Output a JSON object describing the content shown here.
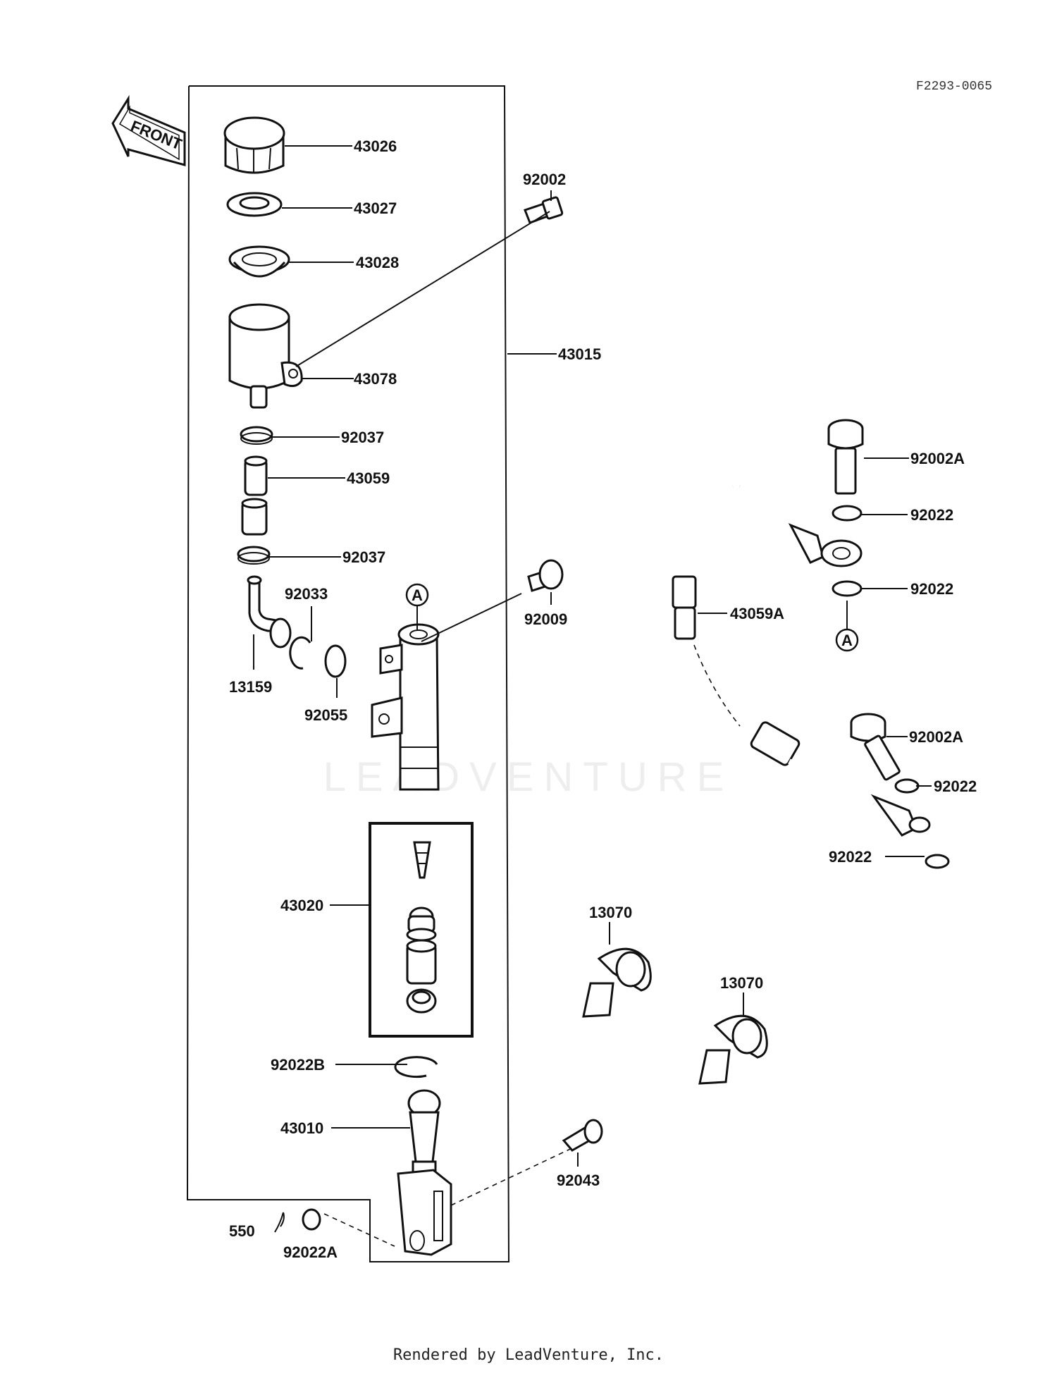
{
  "drawing_code": "F2293-0065",
  "front_arrow": "FRONT",
  "watermark": "LEADVENTURE",
  "footer": "Rendered by LeadVenture, Inc.",
  "ref_marker": "A",
  "labels": {
    "l43026": "43026",
    "l43027": "43027",
    "l43028": "43028",
    "l43078": "43078",
    "l92037a": "92037",
    "l43059": "43059",
    "l92037b": "92037",
    "l92033": "92033",
    "l13159": "13159",
    "l92055": "92055",
    "l43015": "43015",
    "l92002": "92002",
    "l92009": "92009",
    "l43020": "43020",
    "l92022B": "92022B",
    "l43010": "43010",
    "l550": "550",
    "l92022A": "92022A",
    "l92043": "92043",
    "l13070a": "13070",
    "l13070b": "13070",
    "l92002Aa": "92002A",
    "l92022a": "92022",
    "l92022b": "92022",
    "l43059A": "43059A",
    "l92002Ab": "92002A",
    "l92022c": "92022",
    "l92022d": "92022"
  }
}
